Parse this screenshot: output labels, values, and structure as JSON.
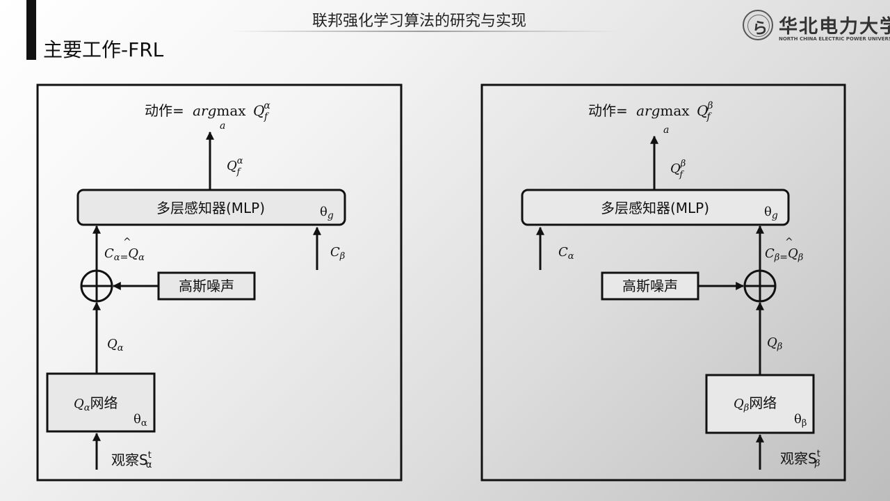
{
  "header": {
    "title": "联邦强化学习算法的研究与实现",
    "slide_title": "主要工作-FRL"
  },
  "logo": {
    "cn": "华北电力大学",
    "en": "NORTH CHINA ELECTRIC POWER UNIVERSITY"
  },
  "diagrams": {
    "action_label": "动作=",
    "argmax_arg": "arg",
    "argmax_max": "max",
    "argmax_sub": "a",
    "Q": "Q",
    "f": "f",
    "mlp_label": "多层感知器(MLP)",
    "theta": "θ",
    "g": "g",
    "C": "C",
    "noise_label": "高斯噪声",
    "network_label": "网络",
    "observe_label": "观察",
    "S": "S",
    "t": "t",
    "left": {
      "agent": "α",
      "other": "β"
    },
    "right": {
      "agent": "β",
      "other": "α"
    }
  }
}
